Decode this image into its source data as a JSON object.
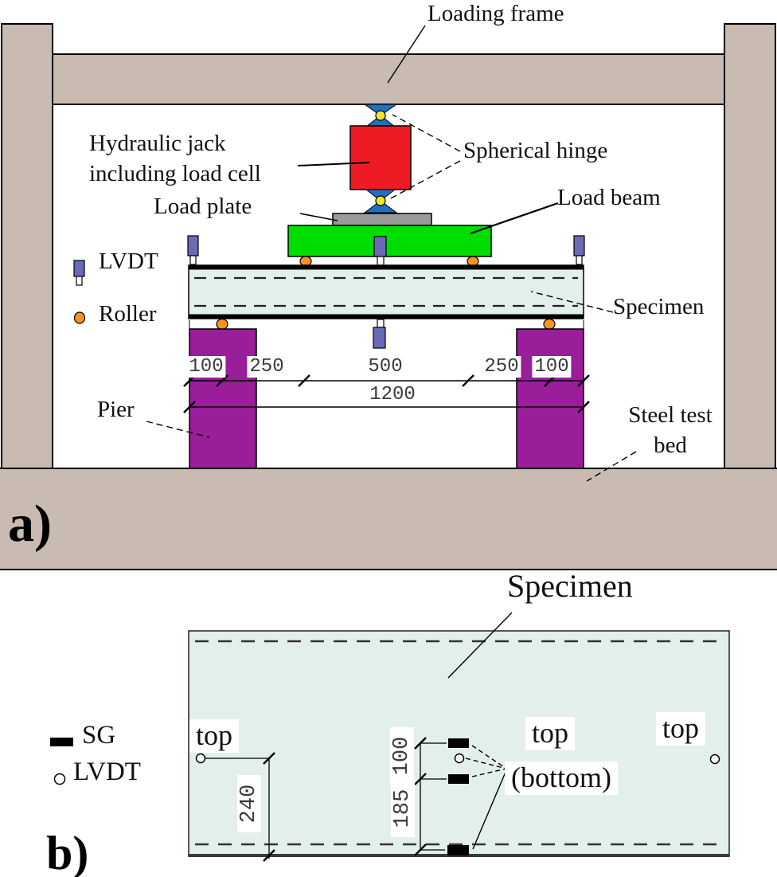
{
  "colors": {
    "frame_tan": "#c9bab2",
    "jack_red": "#ee1b24",
    "hinge_blue": "#2171c0",
    "pin_yellow": "#f4e32c",
    "plate_gray": "#9a9a9a",
    "beam_green": "#00dd00",
    "lvdt_purple": "#6a6ab9",
    "roller_orange": "#f7941e",
    "pier_magenta": "#9a1d9a",
    "specimen_fill": "#e2efed"
  },
  "panel_a": {
    "tag": "a)",
    "labels": {
      "loading_frame": "Loading frame",
      "hydraulic_jack_line1": "Hydraulic jack",
      "hydraulic_jack_line2": "including load cell",
      "load_plate": "Load plate",
      "spherical_hinge": "Spherical hinge",
      "load_beam": "Load beam",
      "legend_lvdt": "LVDT",
      "legend_roller": "Roller",
      "specimen": "Specimen",
      "pier": "Pier",
      "steel_test_bed_line1": "Steel test",
      "steel_test_bed_line2": "bed"
    },
    "dimensions": {
      "overhang_left": "100",
      "shear_span_left": "250",
      "mid_span": "500",
      "shear_span_right": "250",
      "overhang_right": "100",
      "total_span": "1200"
    }
  },
  "panel_b": {
    "tag": "b)",
    "labels": {
      "specimen": "Specimen",
      "legend_sg": "SG",
      "legend_lvdt": "LVDT",
      "top_left": "top",
      "top_center": "top",
      "bottom_center": "(bottom)",
      "top_right": "top"
    },
    "dimensions": {
      "lvdt_offset": "240",
      "sg_spacing_top": "100",
      "sg_spacing_bottom": "185"
    }
  }
}
